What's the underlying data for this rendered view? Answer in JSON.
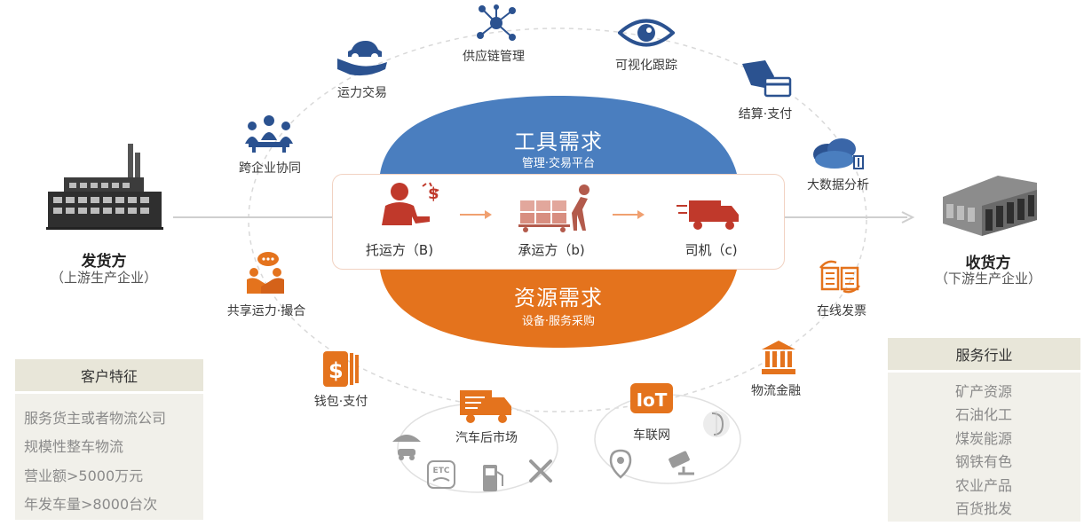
{
  "center": {
    "top_title": "工具需求",
    "top_sub": "管理·交易平台",
    "bottom_title": "资源需求",
    "bottom_sub": "设备·服务采购",
    "shipper_b": "托运方（B)",
    "carrier_b": "承运方（b)",
    "driver_c": "司机（c)"
  },
  "ring": {
    "supply_chain": "供应链管理",
    "visual_track": "可视化跟踪",
    "capacity_trade": "运力交易",
    "settlement": "结算·支付",
    "cross_collab": "跨企业协同",
    "big_data": "大数据分析",
    "shared_capacity": "共享运力·撮合",
    "online_invoice": "在线发票",
    "wallet": "钱包·支付",
    "logistics_finance": "物流金融",
    "aftermarket": "汽车后市场",
    "iov": "车联网",
    "etc": "ETC",
    "iot": "IoT"
  },
  "left": {
    "title": "发货方",
    "sub": "（上游生产企业）"
  },
  "right": {
    "title": "收货方",
    "sub": "（下游生产企业）"
  },
  "customer": {
    "header": "客户特征",
    "rows": [
      "服务货主或者物流公司",
      "规模性整车物流",
      "营业额>5000万元",
      "年发车量>8000台次"
    ]
  },
  "industry": {
    "header": "服务行业",
    "rows": [
      "矿产资源",
      "石油化工",
      "煤炭能源",
      "钢铁有色",
      "农业产品",
      "百货批发"
    ]
  },
  "colors": {
    "blue": "#4a7ebf",
    "orange": "#e4731d",
    "navy": "#2b5290",
    "gray": "#9a9a9a"
  }
}
